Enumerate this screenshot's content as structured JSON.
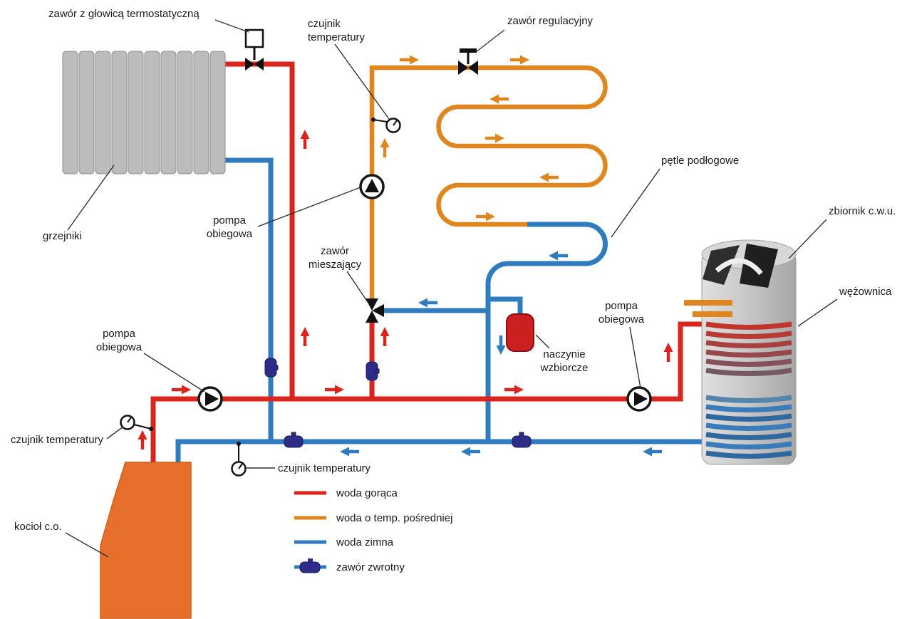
{
  "diagram": {
    "labels": {
      "thermostatic_valve": "zawór z głowicą termostatyczną",
      "temp_sensor_line1": "czujnik",
      "temp_sensor_line2": "temperatury",
      "regulating_valve": "zawór regulacyjny",
      "radiators": "grzejniki",
      "pump_line1": "pompa",
      "pump_line2": "obiegowa",
      "mixing_valve_line1": "zawór",
      "mixing_valve_line2": "mieszający",
      "floor_loops": "pętle podłogowe",
      "tank": "zbiornik c.w.u.",
      "coil": "wężownica",
      "vessel_line1": "naczynie",
      "vessel_line2": "wzbiorcze",
      "temp_sensor_full": "czujnik temperatury",
      "boiler": "kocioł c.o."
    },
    "legend": {
      "items": [
        {
          "label": "woda gorąca",
          "color": "#d9251d"
        },
        {
          "label": "woda o temp. pośredniej",
          "color": "#e0861f"
        },
        {
          "label": "woda zimna",
          "color": "#2e7bbf"
        },
        {
          "label": "zawór zwrotny",
          "color": "#2e2c86"
        }
      ]
    },
    "colors": {
      "hot_water": "#d9251d",
      "medium_water": "#e0861f",
      "cold_water": "#2e7bbf",
      "check_valve": "#2e2c86",
      "boiler_body": "#e56f2b",
      "radiator_body": "#bcbcbc"
    }
  }
}
